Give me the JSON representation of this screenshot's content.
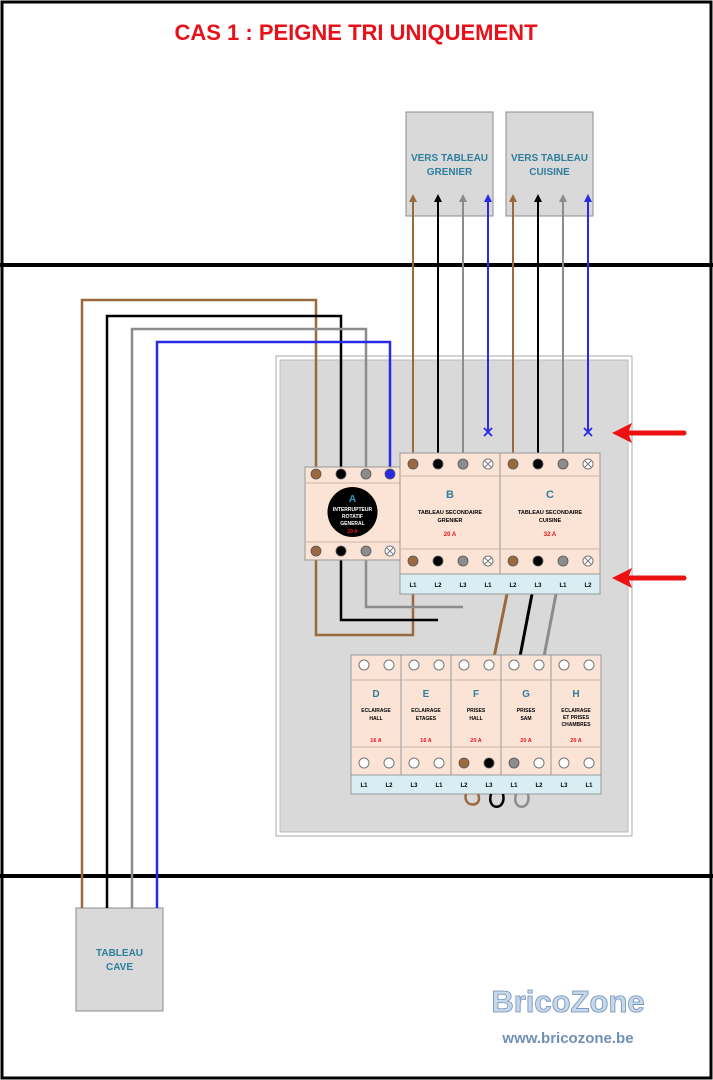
{
  "title": "CAS 1 : PEIGNE TRI UNIQUEMENT",
  "colors": {
    "title": "#e8101a",
    "brown": "#9a6a3e",
    "black": "#000000",
    "gray": "#8c8c8c",
    "blue": "#2a2ae6",
    "module_fill": "#fbe4d6",
    "rail_fill": "#d9eef2",
    "panel_fill": "#d9d9d9",
    "box_fill": "#d9d9d9",
    "label_blue": "#2e7e9c",
    "rating_red": "#e8101a",
    "arrow_red": "#ee1111"
  },
  "destinations": {
    "grenier": [
      "VERS TABLEAU",
      "GRENIER"
    ],
    "cuisine": [
      "VERS TABLEAU",
      "CUISINE"
    ]
  },
  "cave": [
    "TABLEAU",
    "CAVE"
  ],
  "breakers": {
    "a": {
      "letter": "A",
      "desc": [
        "INTERRUPTEUR",
        "ROTATIF",
        "GENERAL"
      ],
      "rating": "20 A"
    },
    "b": {
      "letter": "B",
      "desc": [
        "TABLEAU SECONDAIRE",
        "GRENIER"
      ],
      "rating": "20 A"
    },
    "c": {
      "letter": "C",
      "desc": [
        "TABLEAU SECONDAIRE",
        "CUISINE"
      ],
      "rating": "32 A"
    },
    "d": {
      "letter": "D",
      "desc": [
        "ECLAIRAGE",
        "HALL"
      ],
      "rating": "16 A"
    },
    "e": {
      "letter": "E",
      "desc": [
        "ECLAIRAGE",
        "ETAGES"
      ],
      "rating": "16 A"
    },
    "f": {
      "letter": "F",
      "desc": [
        "PRISES",
        "HALL"
      ],
      "rating": "20 A"
    },
    "g": {
      "letter": "G",
      "desc": [
        "PRISES",
        "SAM"
      ],
      "rating": "20 A"
    },
    "h": {
      "letter": "H",
      "desc": [
        "ECLAIRAGE",
        "ET PRISES",
        "CHAMBRES"
      ],
      "rating": "20 A"
    }
  },
  "rail_upper": [
    "L1",
    "L2",
    "L3",
    "L1",
    "L2",
    "L3",
    "L1",
    "L2"
  ],
  "rail_lower": [
    "L1",
    "L2",
    "L3",
    "L1",
    "L2",
    "L3",
    "L1",
    "L2",
    "L3",
    "L1"
  ],
  "brand": {
    "name": "BricoZone",
    "url": "www.bricozone.be"
  }
}
